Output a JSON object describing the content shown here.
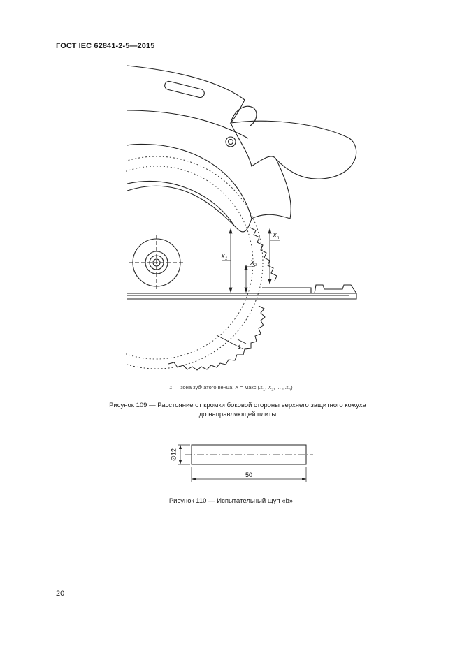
{
  "header": {
    "standard": "ГОСТ IEC 62841-2-5—2015"
  },
  "figure109": {
    "labels": {
      "x1": "X",
      "x1_sub": "1",
      "x2": "X",
      "x2_sub": "2",
      "xn": "X",
      "xn_sub": "n",
      "zone": "1"
    },
    "legend": {
      "num": "1",
      "text": " — зона зубчатого венца; ",
      "x": "X",
      "eq": " = макс (",
      "x1": "X",
      "x1s": "1",
      "sep1": ", ",
      "x2": "X",
      "x2s": "2",
      "sep2": ", ... , ",
      "xn": "X",
      "xns": "n",
      "close": ")"
    },
    "caption_line1": "Рисунок 109 — Расстояние от кромки боковой стороны верхнего защитного кожуха",
    "caption_line2": "до направляющей плиты"
  },
  "figure110": {
    "diameter_label": "∅12",
    "length_label": "50",
    "caption": "Рисунок 110 — Испытательный щуп «b»"
  },
  "page_number": "20"
}
